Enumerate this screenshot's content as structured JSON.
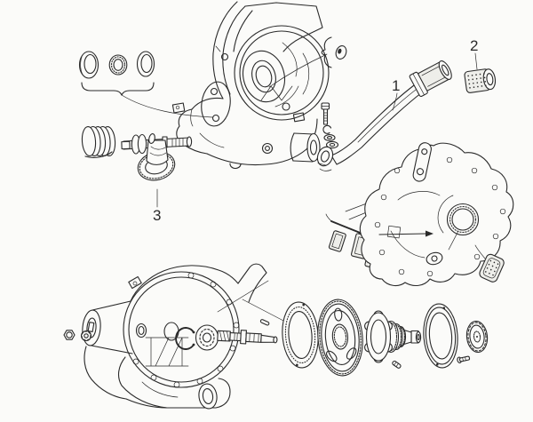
{
  "diagram": {
    "type": "exploded-parts-line-drawing",
    "subject": "engine kickstart and transmission assembly",
    "background": "#fbfbf9",
    "ink": "#2a2a2a",
    "callouts": [
      {
        "label": "1",
        "part": "kickstart-lever"
      },
      {
        "label": "2",
        "part": "kickstart-lever-rubber"
      },
      {
        "label": "3",
        "part": "kickstart-sector-gear-shaft"
      }
    ],
    "parts": [
      {
        "name": "oil-seal"
      },
      {
        "name": "needle-bearing"
      },
      {
        "name": "sealing-ring"
      },
      {
        "name": "kickstart-return-spring"
      },
      {
        "name": "kickstart-sector-gear-shaft"
      },
      {
        "name": "crankcase-flywheel-side"
      },
      {
        "name": "hub-grommet"
      },
      {
        "name": "lever-pinch-bolt-and-washers"
      },
      {
        "name": "kickstart-lever"
      },
      {
        "name": "kickstart-lever-rubber"
      },
      {
        "name": "transmission-side-cover"
      },
      {
        "name": "rubber-buffers-and-screw"
      },
      {
        "name": "knurled-pedal-pad"
      },
      {
        "name": "crankcase-clutch-side"
      },
      {
        "name": "shaft-nut"
      },
      {
        "name": "star-washer"
      },
      {
        "name": "circlip"
      },
      {
        "name": "ball-bearing"
      },
      {
        "name": "output-shaft"
      },
      {
        "name": "shim-plate"
      },
      {
        "name": "ring-gear"
      },
      {
        "name": "gear-cluster"
      },
      {
        "name": "clutch-plate"
      },
      {
        "name": "drive-sprocket"
      },
      {
        "name": "sprocket-bolt"
      }
    ]
  }
}
